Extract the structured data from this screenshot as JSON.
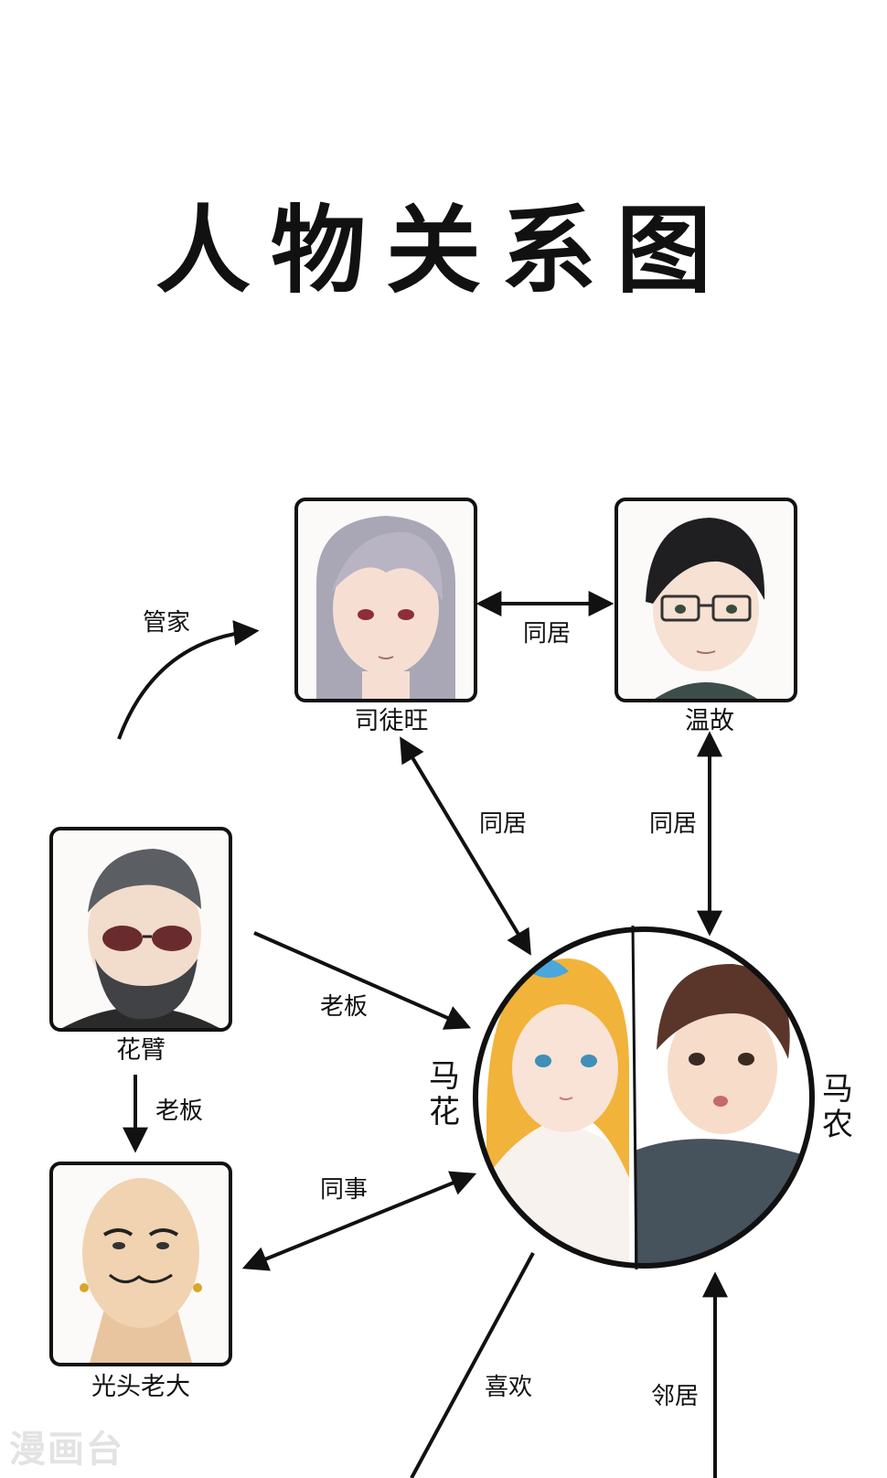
{
  "title": "人物关系图",
  "characters": {
    "situ_wang": "司徒旺",
    "wen_gu": "温故",
    "hua_bi": "花臂",
    "guangtou": "光头老大",
    "ma_hua": "马花",
    "ma_nong": "马农"
  },
  "relations": {
    "butler": "管家",
    "cohabit_top": "同居",
    "cohabit_situ": "同居",
    "cohabit_wen": "同居",
    "boss_huabi_mahua": "老板",
    "boss_huabi_guangtou": "老板",
    "coworker": "同事",
    "like": "喜欢",
    "neighbor": "邻居"
  },
  "watermark": "漫画台"
}
